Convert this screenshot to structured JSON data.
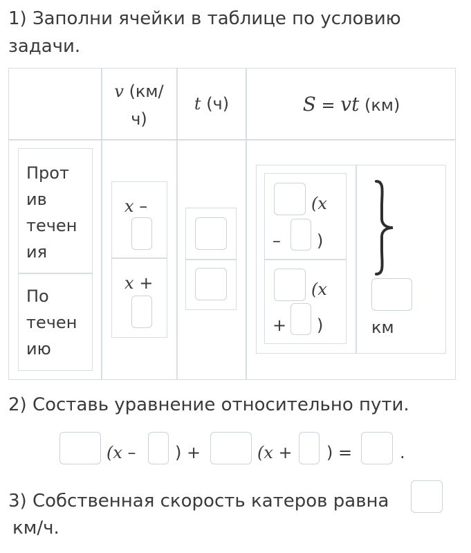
{
  "task1": {
    "line1": "1) Заполни ячейки в таблице по условию",
    "line2": "задачи."
  },
  "table": {
    "headers": {
      "v_symbol": "v",
      "v_unit_1": "(км/",
      "v_unit_2": "ч)",
      "t_symbol": "t",
      "t_unit": "(ч)",
      "s_formula_s": "S",
      "s_formula_eq": "=",
      "s_formula_vt": "vt",
      "s_unit": "(км)"
    },
    "rows": [
      {
        "label_lines": [
          "Прот",
          "ив",
          "течен",
          "ия"
        ],
        "v_prefix": "x",
        "v_op": "–",
        "s_open": "(x",
        "s_op": "–",
        "s_close": ")"
      },
      {
        "label_lines": [
          "По",
          "течен",
          "ию"
        ],
        "v_prefix": "x",
        "v_op": "+",
        "s_open": "(x",
        "s_op": "+",
        "s_close": ")"
      }
    ],
    "total_unit": "км"
  },
  "task2": {
    "title": "2) Составь уравнение относительно пути.",
    "eq_p1": "(x",
    "eq_minus": "–",
    "eq_p2": ") +",
    "eq_p3": "(x",
    "eq_plus": "+",
    "eq_p4": ") =",
    "eq_end": "."
  },
  "task3": {
    "line1": "3) Собственная скорость катеров равна",
    "line2": "км/ч."
  }
}
